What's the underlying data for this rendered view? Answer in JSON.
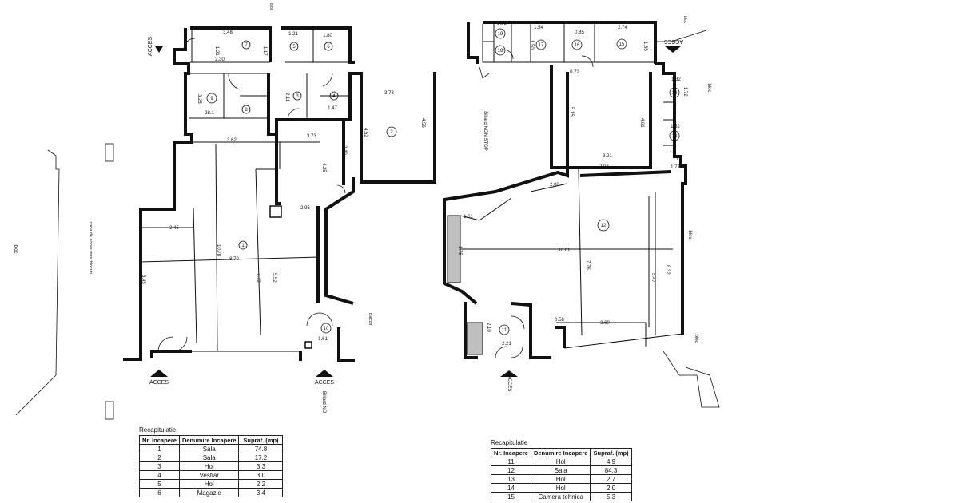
{
  "colors": {
    "wall": "#111111",
    "line": "#222222",
    "hatch": "#bfbfbf",
    "arrow": "#111111"
  },
  "labels": {
    "acces_top_left": "ACCES",
    "acces_bottom_left": "ACCES",
    "acces_bottom_mid": "ACCES",
    "acces_top_right": "ACCES",
    "acces_bottom_right": "ACCES",
    "bloc_left": "bloc",
    "bloc_right_top": "bloc",
    "bloc_right_mid": "bloc",
    "bloc_right_bottom": "bloc",
    "bloc_top": "bloc",
    "bloc_top_right": "bloc",
    "side_note": "zona de acces intre blocuri",
    "biliard_nonstop": "Biliard NON STOP",
    "biliard_bottom": "Biliard NO",
    "balcon": "Balcon"
  },
  "rooms": {
    "r1": "1",
    "r2": "2",
    "r3": "3",
    "r4": "4",
    "r5": "5",
    "r6": "6",
    "r7": "7",
    "r8": "8",
    "r9": "9",
    "r10": "10",
    "r11": "11",
    "r12": "12",
    "r13": "13",
    "r14": "14",
    "r15": "15",
    "r16": "16",
    "r17": "17",
    "r18": "18",
    "r19": "19"
  },
  "dims": {
    "d1": "3.48",
    "d2": "1.21",
    "d3": "1.80",
    "d4": "2.30",
    "d5": "1.17",
    "d6": "1.21",
    "d7": "28.1",
    "d8": "2.11",
    "d9": "1.47",
    "d10": "3.25",
    "d11": "3.62",
    "d12": "3.73",
    "d13": "2.40",
    "d14": "4.52",
    "d15": "4.56",
    "d16": "4.25",
    "d17": "2.95",
    "d18": "3.45",
    "d19": "10.78",
    "d20": "8.70",
    "d21": "7.79",
    "d22": "5.52",
    "d23": "3.45",
    "d24": "1.61",
    "d25": "1.65",
    "d26": "1.54",
    "d27": "0.85",
    "d28": "2.74",
    "d29": "1.85",
    "d30": "0.72",
    "d31": "5.15",
    "d32": "4.61",
    "d33": "3.21",
    "d34": "2.07",
    "d35": "2.00",
    "d36": "1.61",
    "d37": "10.01",
    "d38": "7.76",
    "d39": "8.32",
    "d40": "5.47",
    "d41": "0.58",
    "d42": "3.60",
    "d43": "2.10",
    "d44": "2.21",
    "d45": "1.32",
    "d46": "1.50",
    "d47": "1.72",
    "d48": "1.52",
    "d49": "1.77",
    "d50": "1.75"
  },
  "table_left": {
    "caption": "Recapitulatie",
    "headers": [
      "Nr. Incapere",
      "Denumire Incapere",
      "Supraf. (mp)"
    ],
    "rows": [
      [
        "1",
        "Sala",
        "74.8"
      ],
      [
        "2",
        "Sala",
        "17.2"
      ],
      [
        "3",
        "Hol",
        "3.3"
      ],
      [
        "4",
        "Vestiar",
        "3.0"
      ],
      [
        "5",
        "Hol",
        "2.2"
      ],
      [
        "6",
        "Magazie",
        "3.4"
      ]
    ]
  },
  "table_right": {
    "caption": "Recapitulatie",
    "headers": [
      "Nr. Incapere",
      "Denumire Incapere",
      "Supraf. (mp)"
    ],
    "rows": [
      [
        "11",
        "Hol",
        "4.9"
      ],
      [
        "12",
        "Sala",
        "84.3"
      ],
      [
        "13",
        "Hol",
        "2.7"
      ],
      [
        "14",
        "Hol",
        "2.0"
      ],
      [
        "15",
        "Camera tehnica",
        "5.3"
      ]
    ]
  }
}
